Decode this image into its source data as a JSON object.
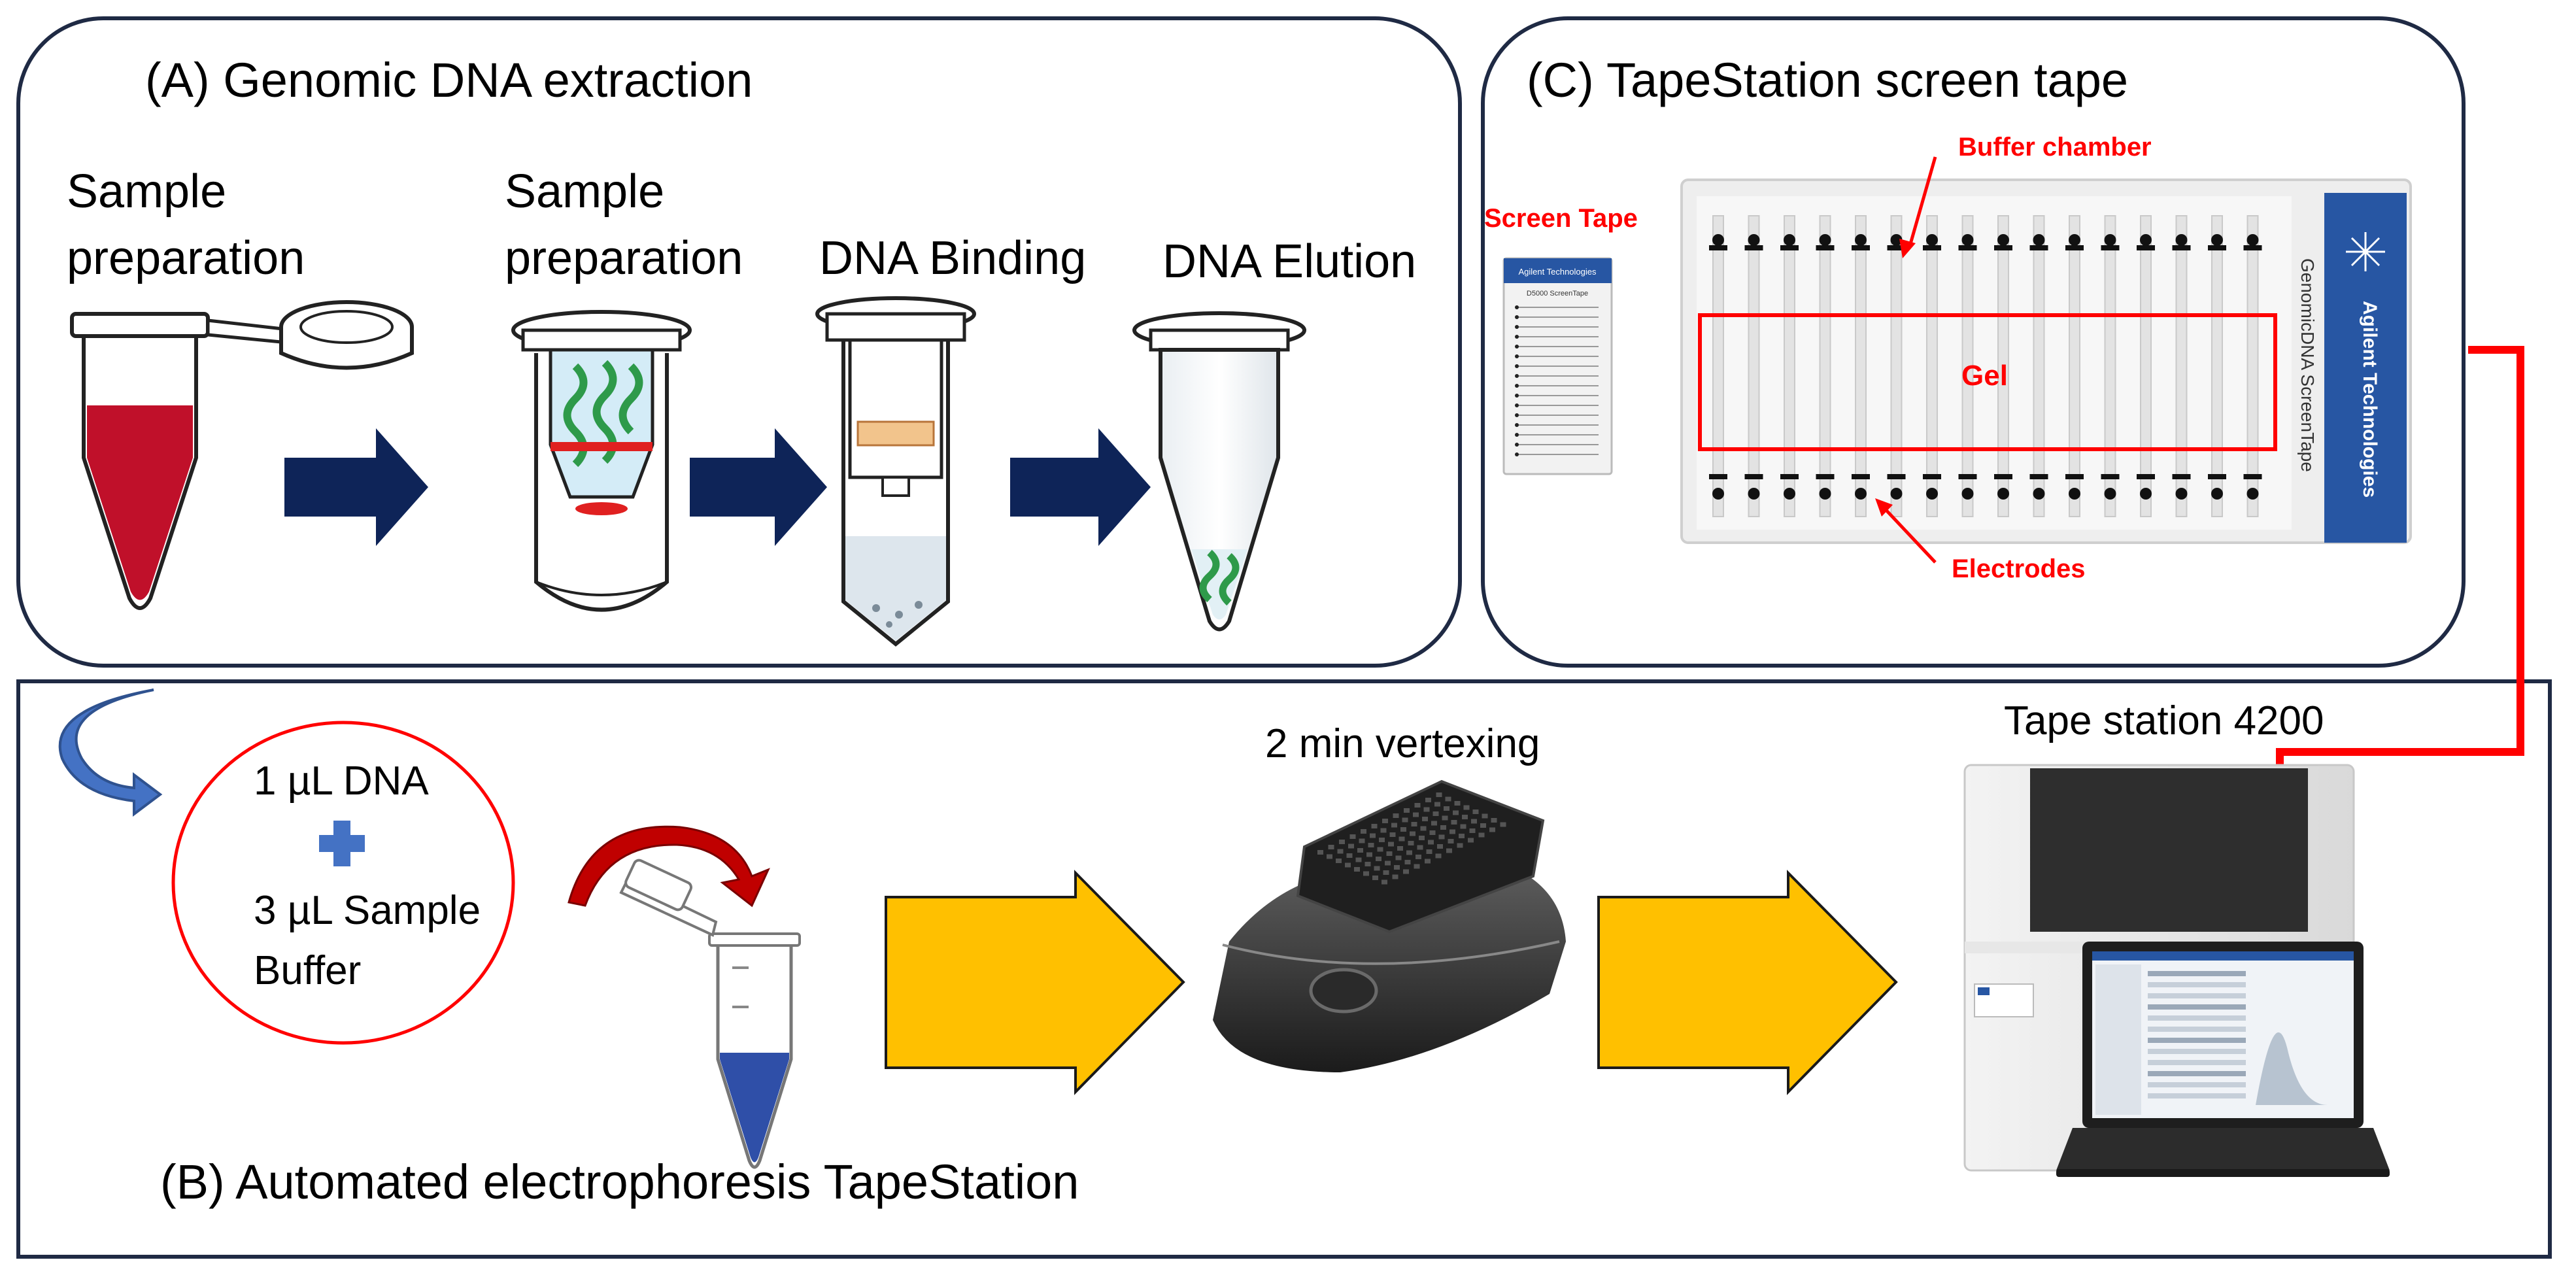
{
  "panel_a": {
    "title": "(A) Genomic DNA extraction",
    "steps": [
      {
        "label_line1": "Sample",
        "label_line2": "preparation"
      },
      {
        "label_line1": "Sample",
        "label_line2": "preparation"
      },
      {
        "label": "DNA Binding"
      },
      {
        "label": "DNA Elution"
      }
    ]
  },
  "panel_b": {
    "title": "(B) Automated electrophoresis TapeStation",
    "mix": {
      "dna": "1 µL DNA",
      "plus": "+",
      "buffer_line1": "3 µL Sample",
      "buffer_line2": "Buffer"
    },
    "vortex_label": "2 min vertexing",
    "instrument_label": "Tape station 4200"
  },
  "panel_c": {
    "title": "(C) TapeStation screen tape",
    "screen_tape_label": "Screen Tape",
    "buffer_chamber_label": "Buffer chamber",
    "gel_label": "Gel",
    "electrodes_label": "Electrodes",
    "brand": "Agilent Technologies",
    "tape_name": "GenomicDNA ScreenTape",
    "small_tape_header": "Agilent Technologies",
    "small_tape_name": "D5000 ScreenTape",
    "lane_count": 16
  },
  "colors": {
    "panel_border": "#1f2a44",
    "dark_arrow": "#0e2458",
    "yellow_arrow": "#ffc000",
    "blood": "#c0102a",
    "blue_liquid": "#2f4fa8",
    "agilent_blue": "#2756a3",
    "annotation_red": "#ff0000"
  }
}
